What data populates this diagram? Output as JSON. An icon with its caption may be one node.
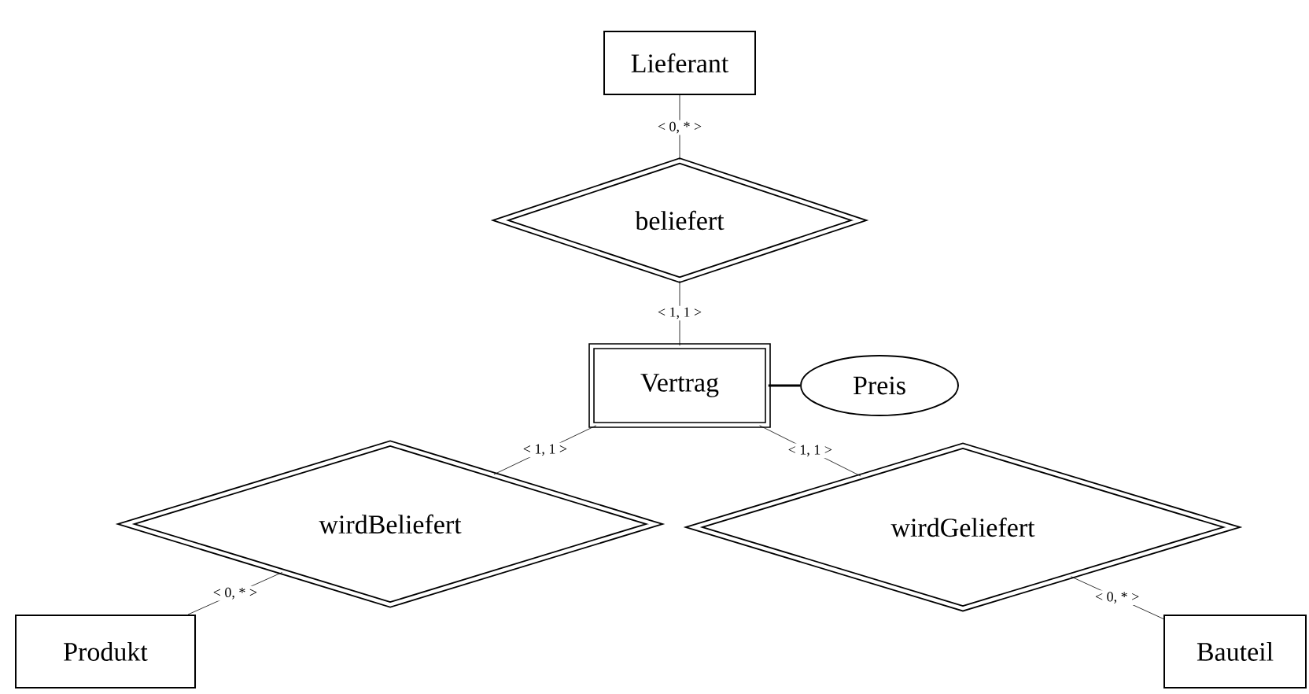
{
  "diagram": {
    "nodes": [
      {
        "text": [
          "Lieferant"
        ]
      },
      {
        "text": [
          "beliefert"
        ]
      },
      {
        "text": [
          "Vertrag"
        ]
      },
      {
        "text": [
          "Preis"
        ]
      },
      {
        "text": [
          "wirdBeliefert"
        ]
      },
      {
        "text": [
          "wirdGeliefert"
        ]
      },
      {
        "text": [
          "Produkt"
        ]
      },
      {
        "text": [
          "Bauteil"
        ]
      }
    ],
    "edges": [
      {
        "from": 0,
        "to": 1,
        "arrow": "none",
        "label": "< 0, * >"
      },
      {
        "from": 1,
        "to": 2,
        "arrow": "none",
        "label": "< 1, 1 >"
      },
      {
        "from": 2,
        "to": 3,
        "arrow": "none"
      },
      {
        "from": 2,
        "to": 4,
        "arrow": "none",
        "label": "< 1, 1 >"
      },
      {
        "from": 2,
        "to": 5,
        "arrow": "none",
        "label": "< 1, 1 >"
      },
      {
        "from": 4,
        "to": 6,
        "arrow": "none",
        "label": "< 0, * >"
      },
      {
        "from": 5,
        "to": 7,
        "arrow": "none",
        "label": "< 0, * >"
      }
    ]
  }
}
